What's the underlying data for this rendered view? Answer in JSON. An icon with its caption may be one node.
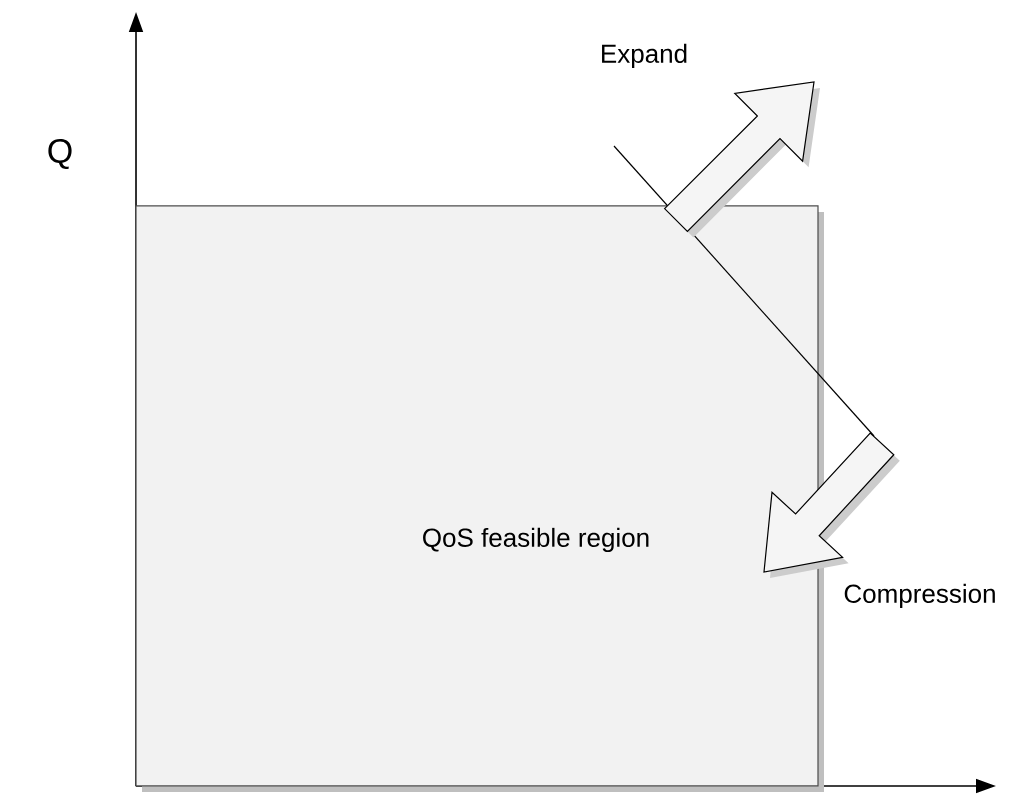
{
  "diagram": {
    "nodes": [
      {
        "text": [
          "QoS feasible region"
        ]
      }
    ],
    "labels": [
      "Q",
      "Expand",
      "Compression"
    ]
  }
}
